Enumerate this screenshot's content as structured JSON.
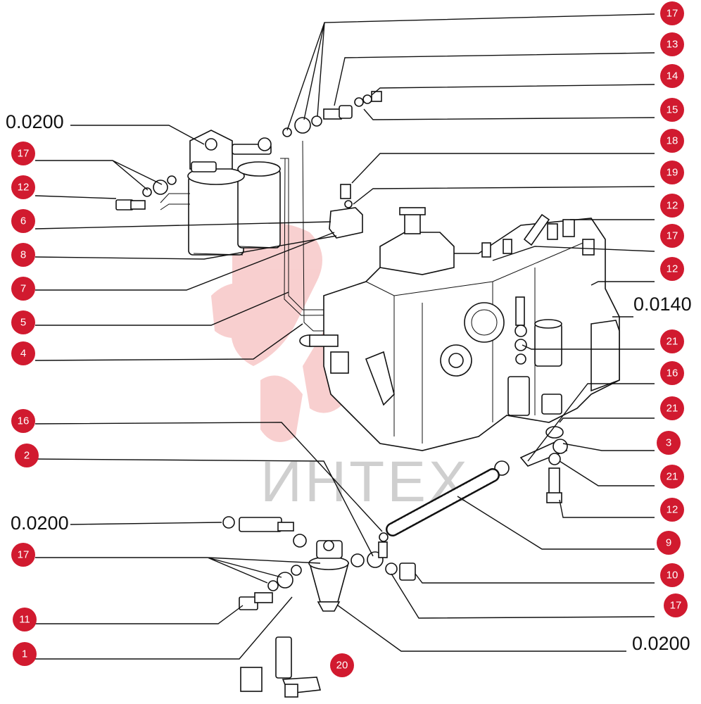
{
  "watermark": {
    "text": "ИНТЕХ",
    "logo_color": "#f3a9a9",
    "text_color": "#cfcfcf"
  },
  "callout_color": "#d11a2f",
  "right_callouts": [
    "17",
    "13",
    "14",
    "15",
    "18",
    "19",
    "12",
    "17",
    "12",
    "21",
    "16",
    "21",
    "3",
    "21",
    "12",
    "9",
    "10",
    "17"
  ],
  "left_callouts": [
    "17",
    "12",
    "6",
    "8",
    "7",
    "5",
    "4",
    "16",
    "2",
    "17",
    "11",
    "1"
  ],
  "extra_callouts": [
    "20"
  ],
  "reference_labels": [
    "0.0200",
    "0.0140",
    "0.0200",
    "0.0200"
  ]
}
